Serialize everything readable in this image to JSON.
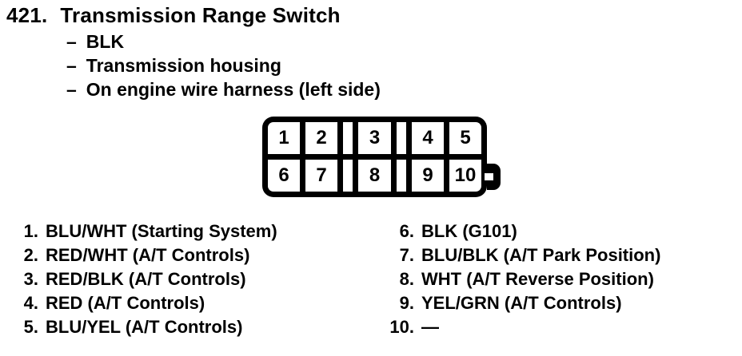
{
  "page": {
    "background": "#ffffff",
    "ink": "#000000"
  },
  "header": {
    "number": "421.",
    "title": "Transmission Range Switch",
    "bullet_dash": "–",
    "bullets": [
      "BLK",
      "Transmission housing",
      "On engine wire harness (left side)"
    ]
  },
  "connector": {
    "description": "10-pin connector, two rows with two keying slots and right latch tab",
    "pins_top": [
      "1",
      "2",
      "3",
      "4",
      "5"
    ],
    "pins_bottom": [
      "6",
      "7",
      "8",
      "9",
      "10"
    ]
  },
  "pin_list": {
    "left": [
      {
        "num": "1.",
        "label": "BLU/WHT (Starting System)"
      },
      {
        "num": "2.",
        "label": "RED/WHT (A/T Controls)"
      },
      {
        "num": "3.",
        "label": "RED/BLK (A/T Controls)"
      },
      {
        "num": "4.",
        "label": "RED (A/T Controls)"
      },
      {
        "num": "5.",
        "label": "BLU/YEL (A/T Controls)"
      }
    ],
    "right": [
      {
        "num": "6.",
        "label": "BLK (G101)"
      },
      {
        "num": "7.",
        "label": "BLU/BLK (A/T Park Position)"
      },
      {
        "num": "8.",
        "label": "WHT (A/T Reverse Position)"
      },
      {
        "num": "9.",
        "label": "YEL/GRN (A/T Controls)"
      },
      {
        "num": "10.",
        "label": "—"
      }
    ]
  }
}
